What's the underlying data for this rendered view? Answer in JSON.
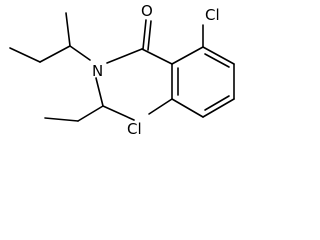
{
  "molecule": {
    "atoms": {
      "oxygen": "O",
      "nitrogen": "N",
      "chlorine_top": "Cl",
      "chlorine_bottom": "Cl"
    }
  },
  "colors": {
    "bond": "#000000",
    "background": "#ffffff"
  }
}
